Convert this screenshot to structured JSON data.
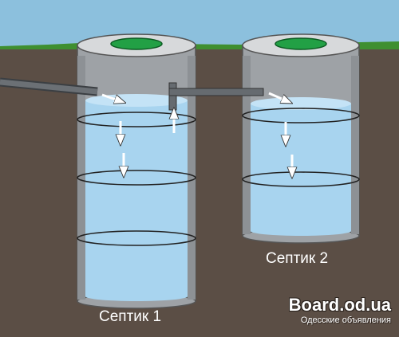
{
  "tanks": [
    {
      "label": "Септик 1"
    },
    {
      "label": "Септик 2"
    }
  ],
  "watermark": {
    "main": "Board.od.ua",
    "sub": "Одесские объявления"
  },
  "colors": {
    "sky": "#8cc0dd",
    "grass": "#3f8f30",
    "soil": "#5b4e45",
    "concrete": "#9ea2a6",
    "concrete_top": "#d7d9db",
    "water": "#a8d4ef",
    "lid": "#22a045",
    "pipe": "#666b70",
    "arrow": "#ffffff"
  },
  "icons": {
    "flow_arrow": "arrow-icon",
    "lid": "manhole-lid-icon"
  }
}
